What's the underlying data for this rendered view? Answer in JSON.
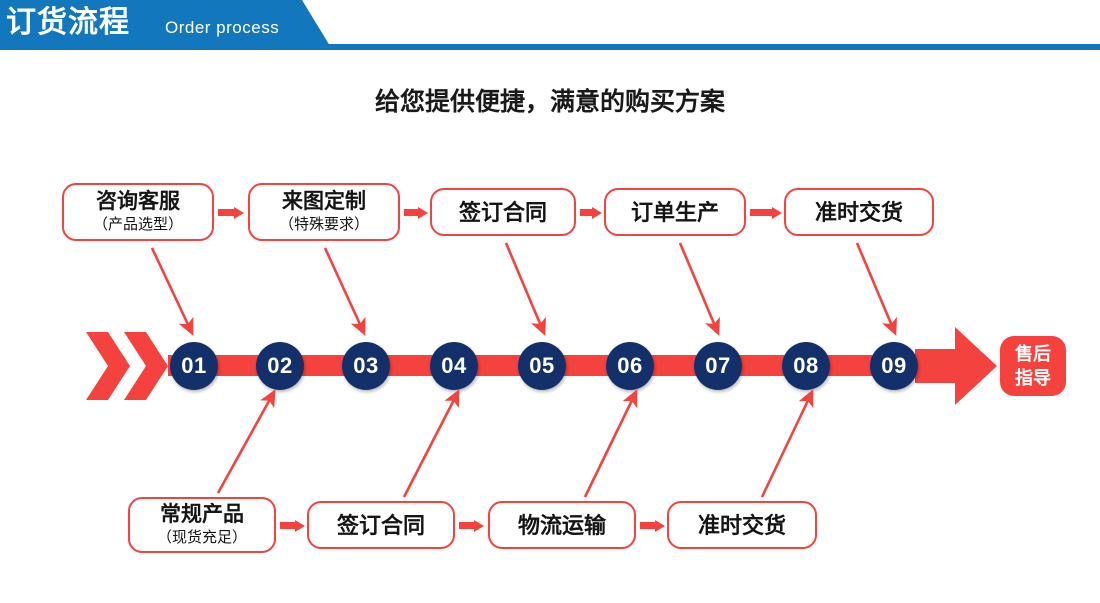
{
  "header": {
    "title": "订货流程",
    "subtitle_en": "Order process",
    "band_color": "#1277bc"
  },
  "subtitle": "给您提供便捷，满意的购买方案",
  "colors": {
    "red": "#f4423e",
    "navy": "#14306b",
    "blue": "#1277bc",
    "text": "#151515"
  },
  "top_row": {
    "boxes": [
      {
        "line1": "咨询客服",
        "line2": "（产品选型）"
      },
      {
        "line1": "来图定制",
        "line2": "（特殊要求）"
      },
      {
        "line1": "签订合同",
        "line2": ""
      },
      {
        "line1": "订单生产",
        "line2": ""
      },
      {
        "line1": "准时交货",
        "line2": ""
      }
    ]
  },
  "bottom_row": {
    "boxes": [
      {
        "line1": "常规产品",
        "line2": "（现货充足）"
      },
      {
        "line1": "签订合同",
        "line2": ""
      },
      {
        "line1": "物流运输",
        "line2": ""
      },
      {
        "line1": "准时交货",
        "line2": ""
      }
    ]
  },
  "timeline": {
    "steps": [
      "01",
      "02",
      "03",
      "04",
      "05",
      "06",
      "07",
      "08",
      "09"
    ],
    "end_badge": {
      "line1": "售后",
      "line2": "指导"
    }
  }
}
